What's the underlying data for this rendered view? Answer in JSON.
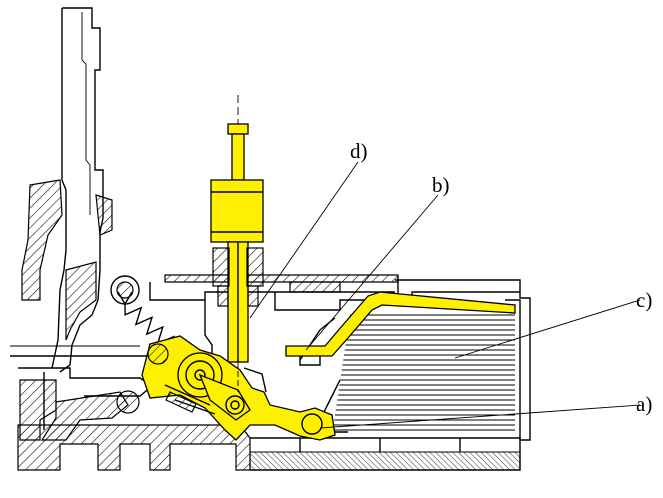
{
  "colors": {
    "highlight": "#ffef00",
    "line": "#000000",
    "background": "#ffffff"
  },
  "labels": {
    "a": "a)",
    "b": "b)",
    "c": "c)",
    "d": "d)"
  }
}
